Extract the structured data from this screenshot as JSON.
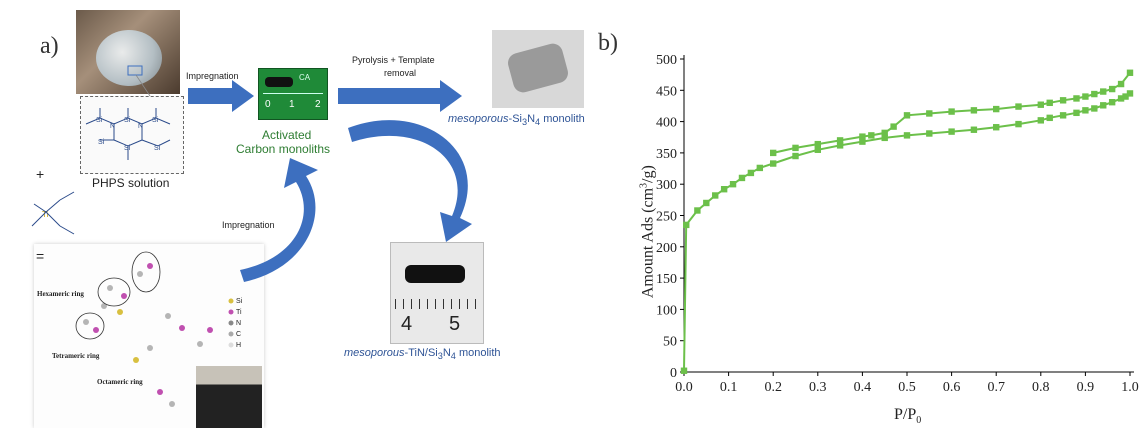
{
  "panel_a": {
    "label": "a)",
    "impregnation_1": "Impregnation",
    "pyrolysis": "Pyrolysis + Template",
    "removal": "removal",
    "activated_1": "Activated",
    "activated_2": "Carbon monoliths",
    "phps": "PHPS solution",
    "plus": "+",
    "equals": "=",
    "ti": "Ti",
    "si3n4_caption": "mesoporous-Si3N4 monolith",
    "impregnation_2": "Impregnation",
    "tin_caption": "mesoporous-TiN/Si3N4 monolith",
    "ruler_ca": "CA",
    "ruler_0": "0",
    "ruler_1": "1",
    "ruler_2": "2",
    "ruler_4": "4",
    "ruler_5": "5",
    "mol_labels": {
      "hexa": "Hexameric ring",
      "tetra": "Tetrameric ring",
      "octa": "Octameric ring",
      "si": "Si",
      "ti": "Ti",
      "n": "N",
      "c": "C",
      "h": "H"
    },
    "colors": {
      "arrow": "#3d6fbf",
      "text_green": "#2e7d32",
      "text_blue": "#2f5496"
    }
  },
  "panel_b": {
    "label": "b)"
  },
  "chart_data": {
    "type": "line",
    "xlabel": "P/P0",
    "ylabel": "Amount Ads (cm3/g)",
    "xlim": [
      0.0,
      1.0
    ],
    "ylim": [
      0,
      500
    ],
    "xticks": [
      "0.0",
      "0.1",
      "0.2",
      "0.3",
      "0.4",
      "0.5",
      "0.6",
      "0.7",
      "0.8",
      "0.9",
      "1.0"
    ],
    "yticks": [
      "0",
      "50",
      "100",
      "150",
      "200",
      "250",
      "300",
      "350",
      "400",
      "450",
      "500"
    ],
    "color": "#6cc04a",
    "series": [
      {
        "name": "",
        "x": [
          0.0,
          0.005,
          0.03,
          0.05,
          0.07,
          0.09,
          0.11,
          0.13,
          0.15,
          0.17,
          0.2,
          0.25,
          0.3,
          0.35,
          0.4,
          0.45,
          0.5,
          0.55,
          0.6,
          0.65,
          0.7,
          0.75,
          0.8,
          0.82,
          0.85,
          0.88,
          0.9,
          0.92,
          0.94,
          0.96,
          0.98,
          0.99,
          1.0
        ],
        "y": [
          2,
          235,
          258,
          270,
          282,
          292,
          300,
          310,
          318,
          326,
          333,
          345,
          355,
          362,
          368,
          374,
          378,
          381,
          384,
          387,
          391,
          396,
          402,
          406,
          410,
          414,
          418,
          421,
          426,
          431,
          437,
          440,
          445
        ]
      },
      {
        "name": "",
        "x": [
          1.0,
          0.98,
          0.96,
          0.94,
          0.92,
          0.9,
          0.88,
          0.85,
          0.82,
          0.8,
          0.75,
          0.7,
          0.65,
          0.6,
          0.55,
          0.5,
          0.47,
          0.45,
          0.42,
          0.4,
          0.35,
          0.3,
          0.25,
          0.2
        ],
        "y": [
          478,
          460,
          452,
          448,
          444,
          440,
          437,
          434,
          430,
          427,
          424,
          420,
          418,
          416,
          413,
          410,
          392,
          382,
          378,
          376,
          370,
          364,
          358,
          350
        ]
      }
    ]
  }
}
